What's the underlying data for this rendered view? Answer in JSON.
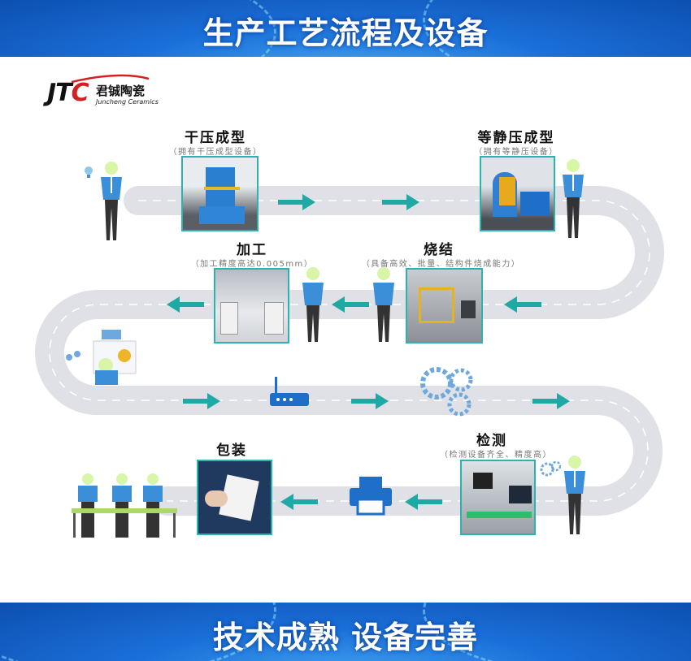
{
  "header": {
    "title": "生产工艺流程及设备"
  },
  "footer": {
    "title": "技术成熟 设备完善"
  },
  "logo": {
    "mark": "JTC",
    "name_cn": "君铖陶瓷",
    "name_en": "Juncheng Ceramics"
  },
  "stages": [
    {
      "title": "干压成型",
      "subtitle": "（拥有干压成型设备）"
    },
    {
      "title": "等静压成型",
      "subtitle": "（拥有等静压设备）"
    },
    {
      "title": "烧结",
      "subtitle": "（具备高效、批量、结构件烧成能力）"
    },
    {
      "title": "加工",
      "subtitle": "（加工精度高达0.005mm）"
    },
    {
      "title": "检测",
      "subtitle": "（检测设备齐全、精度高）"
    },
    {
      "title": "包装",
      "subtitle": ""
    }
  ],
  "colors": {
    "accent": "#1fa9a5",
    "road": "#dfe1e7",
    "header": "#1a6fd8"
  }
}
